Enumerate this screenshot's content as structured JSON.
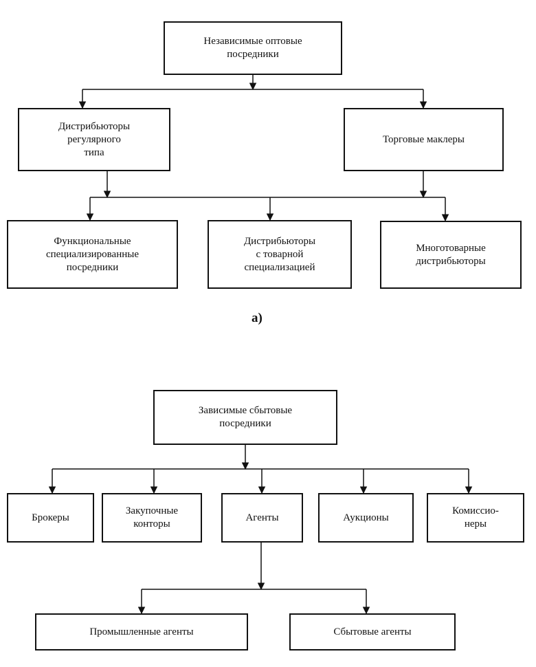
{
  "diagram_a": {
    "root": "Независимые оптовые\nпосредники",
    "left": "Дистрибьюторы\nрегулярного\nтипа",
    "right": "Торговые маклеры",
    "bottom": [
      "Функциональные\nспециализированные\nпосредники",
      "Дистрибьюторы\nс товарной\nспециализацией",
      "Многотоварные\nдистрибьюторы"
    ],
    "caption": "а)"
  },
  "diagram_b": {
    "root": "Зависимые сбытовые\nпосредники",
    "middle": [
      "Брокеры",
      "Закупочные\nконторы",
      "Агенты",
      "Аукционы",
      "Комиссио-\nнеры"
    ],
    "bottom": [
      "Промышленные агенты",
      "Сбытовые агенты"
    ]
  }
}
